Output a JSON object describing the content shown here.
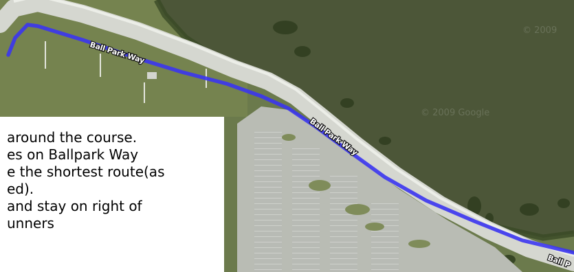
{
  "map": {
    "road_name": "Ball Park Way",
    "road_labels": [
      "Ball Park Way",
      "Ball Park Way",
      "Ball P"
    ],
    "watermarks": [
      "© 2009",
      "© 2009 Google"
    ],
    "route_color": "#3b35f0",
    "road_color": "#d6d8d2",
    "water_color": "#4f5a3a",
    "grass_color": "#6f7e4f"
  },
  "note": {
    "lines": [
      "around the course.",
      "es on Ballpark Way",
      "e the shortest route(as",
      "ed).",
      " and stay on right of",
      "unners"
    ]
  }
}
